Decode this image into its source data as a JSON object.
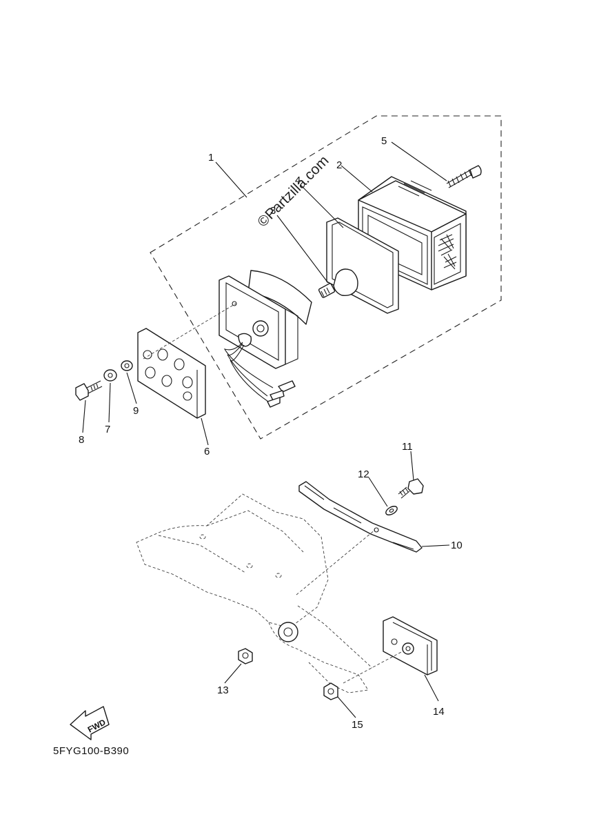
{
  "diagram": {
    "watermark": "©Partzilla.com",
    "drawing_code": "5FYG100-B390",
    "fwd_label": "FWD",
    "callouts": [
      "1",
      "2",
      "3",
      "4",
      "5",
      "6",
      "7",
      "8",
      "9",
      "10",
      "11",
      "12",
      "13",
      "14",
      "15"
    ]
  }
}
